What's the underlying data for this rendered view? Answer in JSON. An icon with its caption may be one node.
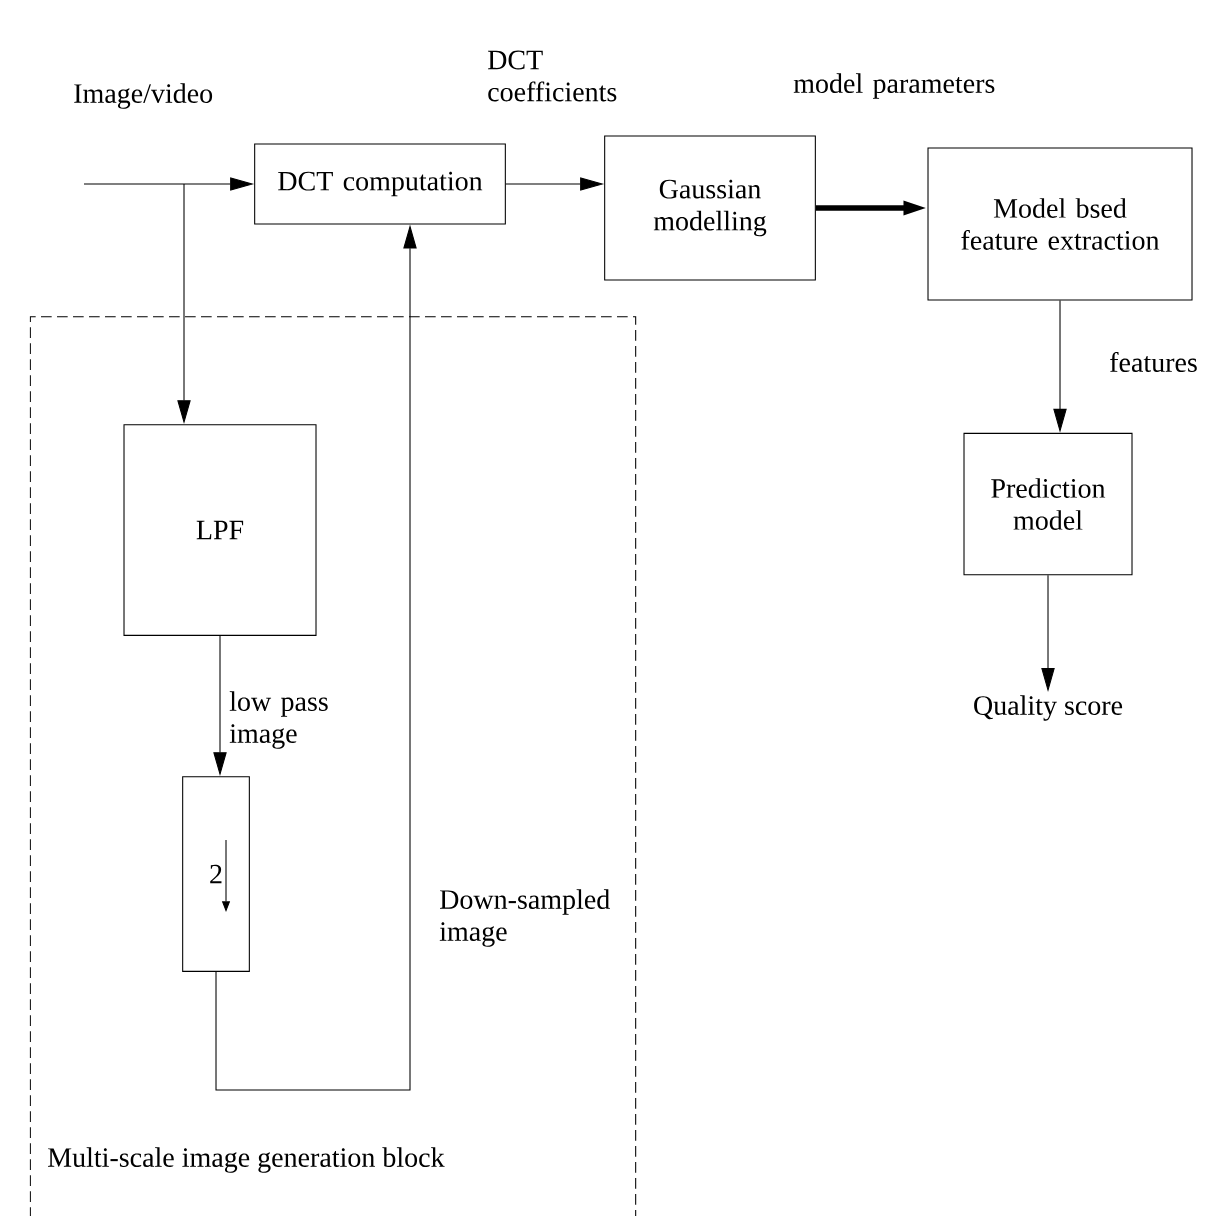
{
  "diagram": {
    "nodes": [
      {
        "text": [
          "Multi-scale image generation block"
        ]
      },
      {
        "text": [
          "DCT computation"
        ]
      },
      {
        "text": [
          "Gaussian modelling"
        ]
      },
      {
        "text": [
          "Model bsed feature extraction"
        ]
      },
      {
        "text": [
          "LPF"
        ],
        "in": 0
      },
      {
        "text": [
          "2"
        ],
        "in": 0
      },
      {
        "text": [
          "Prediction model"
        ]
      },
      {
        "text": [
          "Quality score"
        ]
      }
    ],
    "edges": [
      {
        "from": null,
        "to": 1,
        "arrow": "to",
        "label": "Image/video"
      },
      {
        "from": null,
        "to": 4,
        "arrow": "to"
      },
      {
        "from": 1,
        "to": 2,
        "arrow": "to",
        "label": "DCT coefficients"
      },
      {
        "from": 2,
        "to": 3,
        "arrow": "to",
        "label": "model parameters",
        "style": "thick"
      },
      {
        "from": 3,
        "to": 6,
        "arrow": "to",
        "label": "features"
      },
      {
        "from": 6,
        "to": 7,
        "arrow": "to"
      },
      {
        "from": 4,
        "to": 5,
        "arrow": "to",
        "label": "low pass image"
      },
      {
        "from": 5,
        "to": 1,
        "arrow": "to",
        "label": "Down-sampled image"
      }
    ]
  }
}
